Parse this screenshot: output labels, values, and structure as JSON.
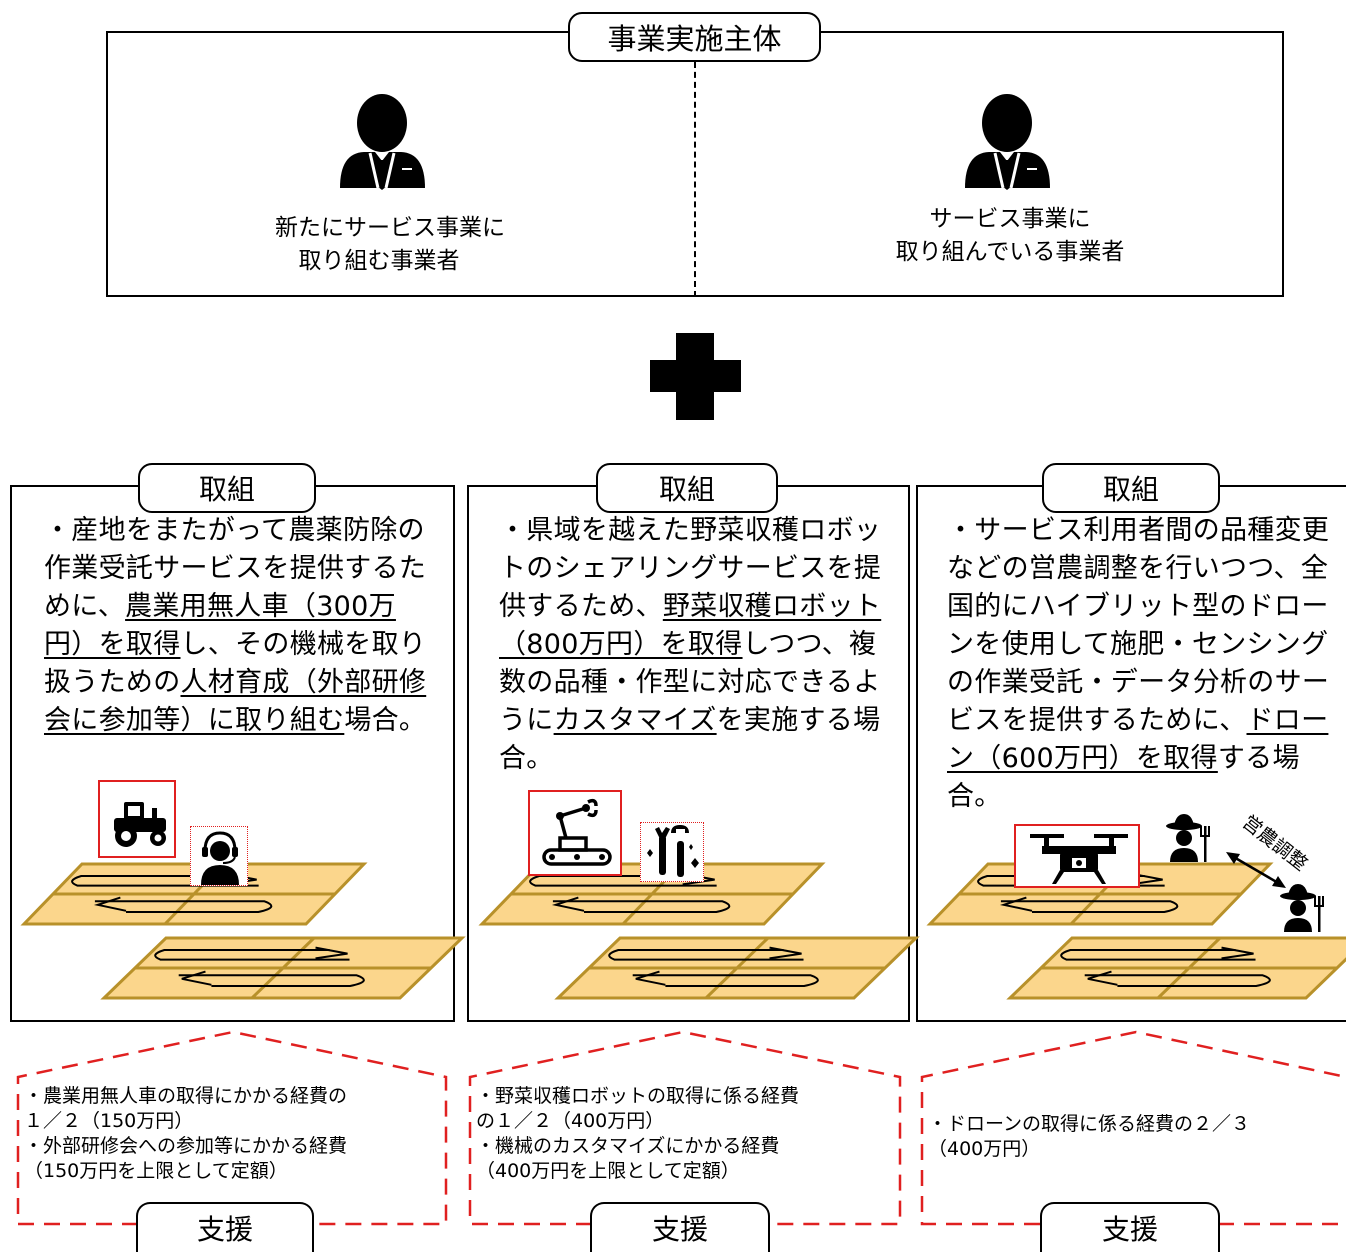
{
  "top": {
    "title": "事業実施主体",
    "left_line1": "新たにサービス事業に",
    "left_line2": "取り組む事業者",
    "right_line1": "サービス事業に",
    "right_line2": "取り組んでいる事業者"
  },
  "panels": [
    {
      "tab": "取組",
      "lines": [
        [
          {
            "t": "・産地をまたがって農薬防除の"
          }
        ],
        [
          {
            "t": "作業受託サービスを提供するた"
          }
        ],
        [
          {
            "t": "めに、"
          },
          {
            "t": "農業用無人車（300万",
            "u": true
          }
        ],
        [
          {
            "t": "円）を取得",
            "u": true
          },
          {
            "t": "し、その機械を取り"
          }
        ],
        [
          {
            "t": "扱うための"
          },
          {
            "t": "人材育成（外部研修",
            "u": true
          }
        ],
        [
          {
            "t": "会に参加等）に取り組む",
            "u": true
          },
          {
            "t": "場合。"
          }
        ]
      ],
      "support_tab": "支援",
      "support_lines": [
        "・農業用無人車の取得にかかる経費の",
        "１／２（150万円）",
        "・外部研修会への参加等にかかる経費",
        "（150万円を上限として定額）"
      ]
    },
    {
      "tab": "取組",
      "lines": [
        [
          {
            "t": "・県域を越えた野菜収穫ロボッ"
          }
        ],
        [
          {
            "t": "トのシェアリングサービスを提"
          }
        ],
        [
          {
            "t": "供するため、"
          },
          {
            "t": "野菜収穫ロボット",
            "u": true
          }
        ],
        [
          {
            "t": "（800万円）を取得",
            "u": true
          },
          {
            "t": "しつつ、複"
          }
        ],
        [
          {
            "t": "数の品種・作型に対応できるよ"
          }
        ],
        [
          {
            "t": "うに"
          },
          {
            "t": "カスタマイズ",
            "u": true
          },
          {
            "t": "を実施する場"
          }
        ],
        [
          {
            "t": "合。"
          }
        ]
      ],
      "support_tab": "支援",
      "support_lines": [
        "・野菜収穫ロボットの取得に係る経費",
        "の１／２（400万円）",
        "・機械のカスタマイズにかかる経費",
        "（400万円を上限として定額）"
      ]
    },
    {
      "tab": "取組",
      "lines": [
        [
          {
            "t": "・サービス利用者間の品種変更"
          }
        ],
        [
          {
            "t": "などの営農調整を行いつつ、全"
          }
        ],
        [
          {
            "t": "国的にハイブリット型のドロー"
          }
        ],
        [
          {
            "t": "ンを使用して施肥・センシング"
          }
        ],
        [
          {
            "t": "の作業受託・データ分析のサー"
          }
        ],
        [
          {
            "t": "ビスを提供するために、"
          },
          {
            "t": "ドロー",
            "u": true
          }
        ],
        [
          {
            "t": "ン（600万円）を取得",
            "u": true
          },
          {
            "t": "する場合。"
          }
        ]
      ],
      "support_tab": "支援",
      "support_lines": [
        "・ドローンの取得に係る経費の２／３",
        "（400万円）"
      ]
    }
  ],
  "diagram_label": "営農調整",
  "colors": {
    "field_fill": "#fbd68c",
    "field_stroke": "#b8912a",
    "dash_red": "#e02020"
  }
}
